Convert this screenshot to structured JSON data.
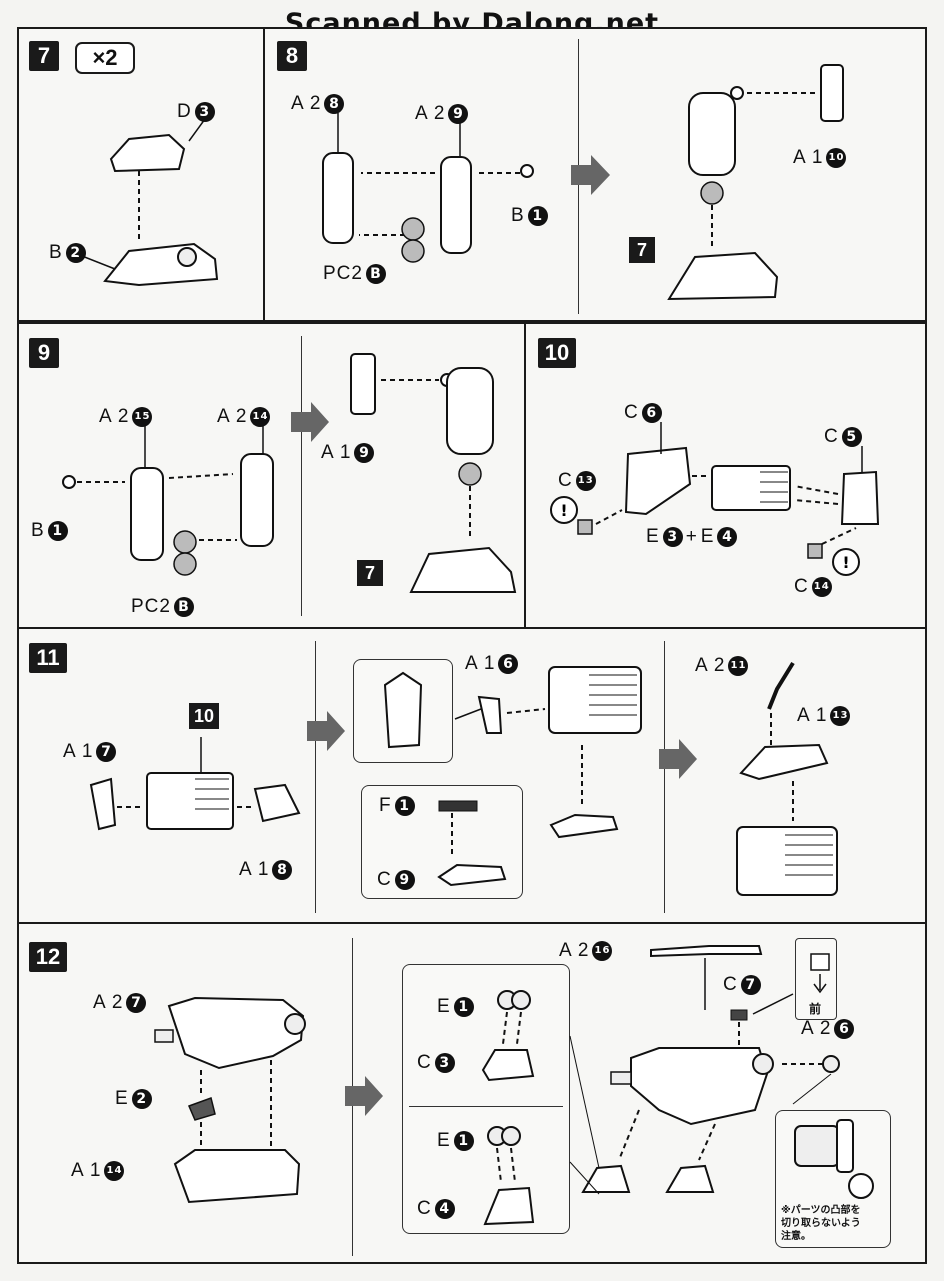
{
  "watermark": "Scanned by Dalong.net",
  "steps": {
    "s7": {
      "number": "7",
      "multiplier": "×2",
      "parts": [
        {
          "letter": "D",
          "num": "3"
        },
        {
          "letter": "B",
          "num": "2"
        }
      ]
    },
    "s8": {
      "number": "8",
      "parts": [
        {
          "letter": "A 2",
          "num": "8"
        },
        {
          "letter": "A 2",
          "num": "9"
        },
        {
          "letter": "B",
          "num": "1"
        },
        {
          "letter": "PC2",
          "num": "B"
        },
        {
          "letter": "A 1",
          "num": "10"
        }
      ],
      "ref": "7"
    },
    "s9": {
      "number": "9",
      "parts": [
        {
          "letter": "A 2",
          "num": "15"
        },
        {
          "letter": "A 2",
          "num": "14"
        },
        {
          "letter": "B",
          "num": "1"
        },
        {
          "letter": "PC2",
          "num": "B"
        },
        {
          "letter": "A 1",
          "num": "9"
        }
      ],
      "ref": "7"
    },
    "s10": {
      "number": "10",
      "parts": [
        {
          "letter": "C",
          "num": "6"
        },
        {
          "letter": "C",
          "num": "5"
        },
        {
          "letter": "C",
          "num": "13"
        },
        {
          "letter": "C",
          "num": "14"
        }
      ],
      "combo": {
        "a": "E",
        "an": "3",
        "op": "+",
        "b": "E",
        "bn": "4"
      }
    },
    "s11": {
      "number": "11",
      "ref": "10",
      "parts": [
        {
          "letter": "A 1",
          "num": "7"
        },
        {
          "letter": "A 1",
          "num": "8"
        },
        {
          "letter": "A 1",
          "num": "6"
        },
        {
          "letter": "F",
          "num": "1"
        },
        {
          "letter": "C",
          "num": "9"
        },
        {
          "letter": "A 2",
          "num": "11"
        },
        {
          "letter": "A 1",
          "num": "13"
        }
      ]
    },
    "s12": {
      "number": "12",
      "parts": [
        {
          "letter": "A 2",
          "num": "7"
        },
        {
          "letter": "E",
          "num": "2"
        },
        {
          "letter": "A 1",
          "num": "14"
        },
        {
          "letter": "E",
          "num": "1"
        },
        {
          "letter": "C",
          "num": "3"
        },
        {
          "letter": "E",
          "num": "1"
        },
        {
          "letter": "C",
          "num": "4"
        },
        {
          "letter": "A 2",
          "num": "16"
        },
        {
          "letter": "C",
          "num": "7"
        },
        {
          "letter": "A 2",
          "num": "6"
        }
      ],
      "front_label": "前",
      "note": [
        "※パーツの凸部を",
        "切り取らないよう",
        "注意。"
      ]
    }
  }
}
